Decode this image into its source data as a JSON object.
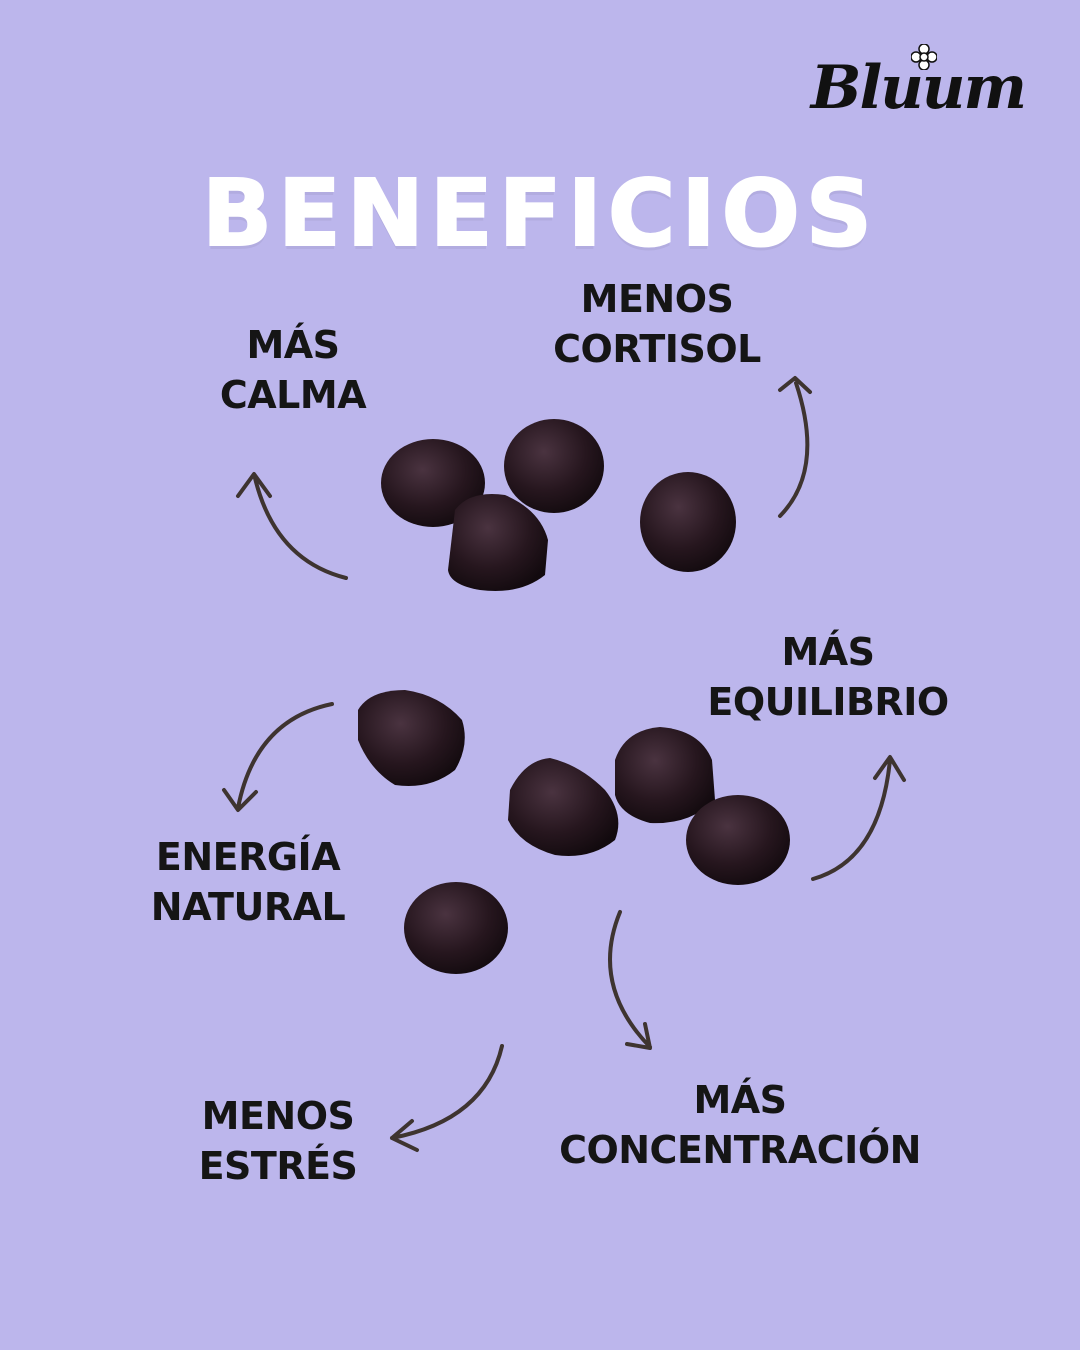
{
  "brand": {
    "name": "Bluum"
  },
  "title": "BENEFICIOS",
  "benefits": [
    {
      "line1": "MÁS",
      "line2": "CALMA"
    },
    {
      "line1": "MENOS",
      "line2": "CORTISOL"
    },
    {
      "line1": "MÁS",
      "line2": "EQUILIBRIO"
    },
    {
      "line1": "ENERGÍA",
      "line2": "NATURAL"
    },
    {
      "line1": "MENOS",
      "line2": "ESTRÉS"
    },
    {
      "line1": "MÁS",
      "line2": "CONCENTRACIÓN"
    }
  ],
  "colors": {
    "background": "#bcb6ec",
    "title": "#ffffff",
    "text": "#151515",
    "arrow": "#3e3430",
    "gummy": "#2a1a22"
  }
}
